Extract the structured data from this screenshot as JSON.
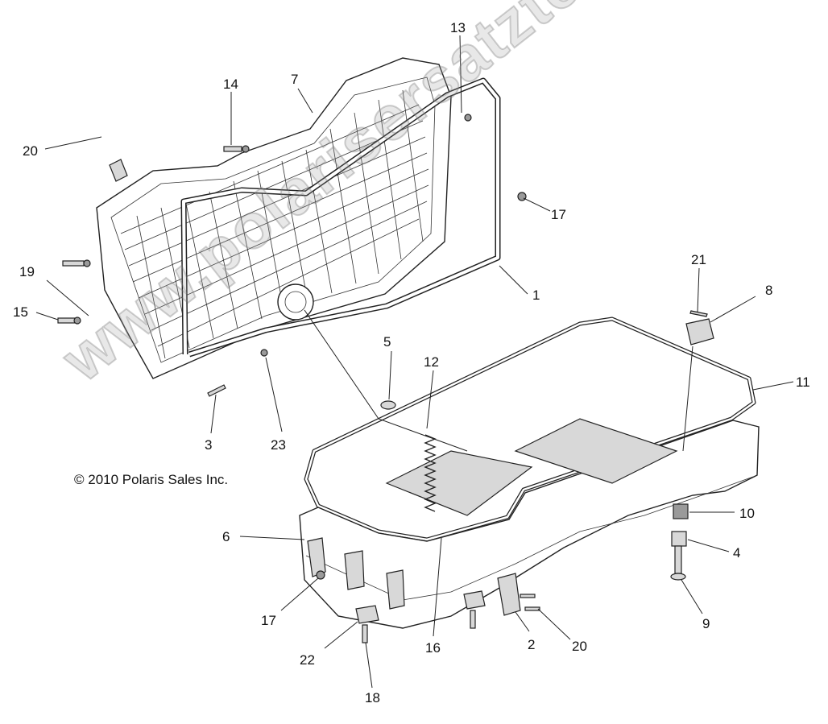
{
  "copyright": "© 2010 Polaris Sales Inc.",
  "watermark": "www.polarisersatzteile.de",
  "callouts": [
    {
      "id": "c20a",
      "label": "20"
    },
    {
      "id": "c14",
      "label": "14"
    },
    {
      "id": "c7",
      "label": "7"
    },
    {
      "id": "c13",
      "label": "13"
    },
    {
      "id": "c17a",
      "label": "17"
    },
    {
      "id": "c1",
      "label": "1"
    },
    {
      "id": "c19",
      "label": "19"
    },
    {
      "id": "c15",
      "label": "15"
    },
    {
      "id": "c21",
      "label": "21"
    },
    {
      "id": "c8",
      "label": "8"
    },
    {
      "id": "c5",
      "label": "5"
    },
    {
      "id": "c12",
      "label": "12"
    },
    {
      "id": "c11",
      "label": "11"
    },
    {
      "id": "c3",
      "label": "3"
    },
    {
      "id": "c23",
      "label": "23"
    },
    {
      "id": "c10",
      "label": "10"
    },
    {
      "id": "c6",
      "label": "6"
    },
    {
      "id": "c4",
      "label": "4"
    },
    {
      "id": "c17b",
      "label": "17"
    },
    {
      "id": "c9",
      "label": "9"
    },
    {
      "id": "c22",
      "label": "22"
    },
    {
      "id": "c16",
      "label": "16"
    },
    {
      "id": "c2",
      "label": "2"
    },
    {
      "id": "c20b",
      "label": "20"
    },
    {
      "id": "c18",
      "label": "18"
    }
  ]
}
